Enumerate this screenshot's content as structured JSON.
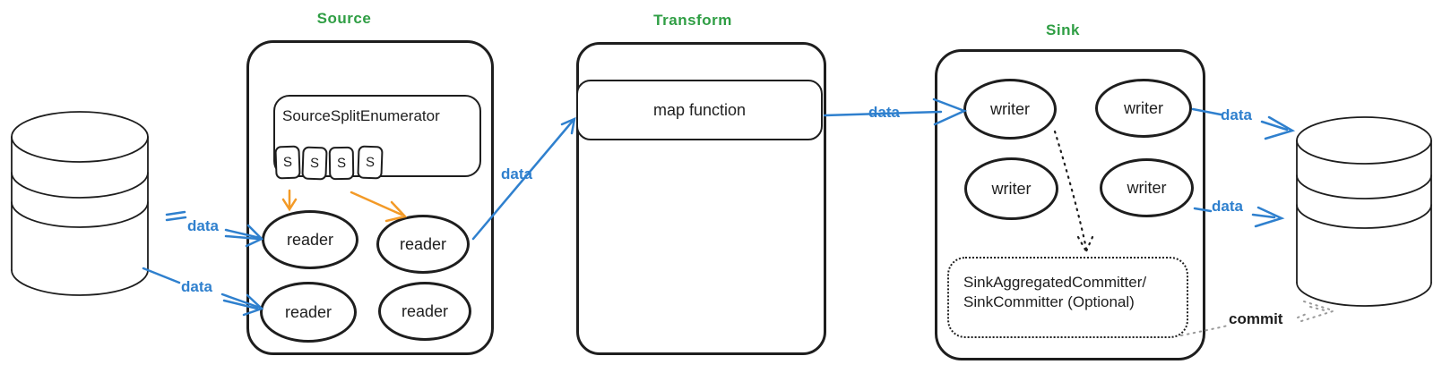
{
  "diagram": {
    "source": {
      "title": "Source",
      "enumerator": "SourceSplitEnumerator",
      "splits": [
        "S",
        "S",
        "S",
        "S"
      ],
      "readers": [
        "reader",
        "reader",
        "reader",
        "reader"
      ]
    },
    "transform": {
      "title": "Transform",
      "map_function": "map function"
    },
    "sink": {
      "title": "Sink",
      "writers": [
        "writer",
        "writer",
        "writer",
        "writer"
      ],
      "committer": {
        "line1": "SinkAggregatedCommitter/",
        "line2": "SinkCommitter (Optional)"
      }
    },
    "labels": {
      "data_source_in_1": "data",
      "data_source_in_2": "data",
      "data_to_transform": "data",
      "data_to_sink": "data",
      "data_to_db_1": "data",
      "data_to_db_2": "data",
      "commit": "commit"
    },
    "colors": {
      "ink": "#1e1e1e",
      "title_green": "#2f9e44",
      "arrow_blue": "#2f80ce",
      "arrow_orange": "#f39a27",
      "commit_gray": "#999999"
    }
  }
}
